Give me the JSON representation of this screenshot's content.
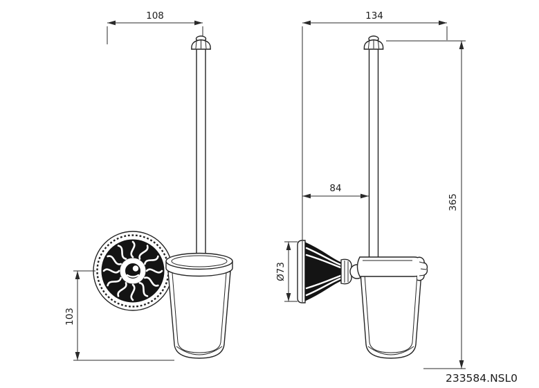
{
  "part_number": "233584.NSL0",
  "dimensions": {
    "front_width": "108",
    "side_width": "134",
    "wall_to_rod": "84",
    "overall_height": "365",
    "cup_height": "103",
    "plate_diameter": "Ø73"
  }
}
